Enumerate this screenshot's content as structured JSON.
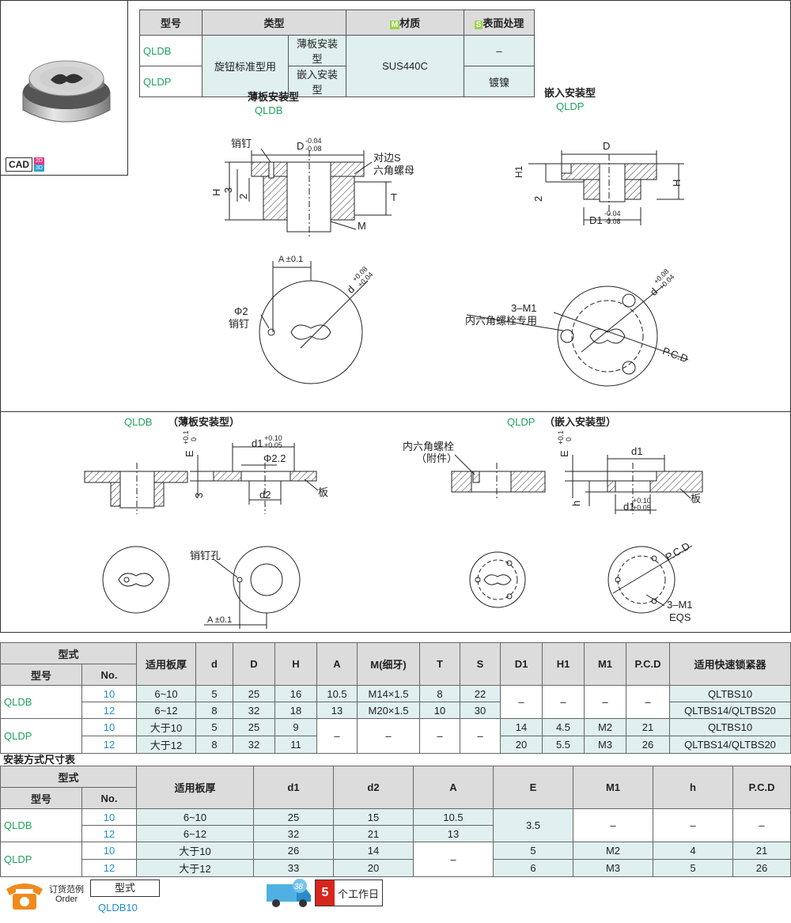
{
  "product_box": {
    "cad_label": "CAD",
    "badge_2d": "2D",
    "badge_3d": "3D"
  },
  "spec_table": {
    "headers": [
      "型号",
      "类型",
      "材质",
      "表面处理"
    ],
    "m_badge": "M",
    "s_badge": "S",
    "rows": [
      {
        "model": "QLDB",
        "type_main": "旋钮标准型用",
        "type_sub": "薄板安装型",
        "material": "SUS440C",
        "surface": "–"
      },
      {
        "model": "QLDP",
        "type_main": "旋钮标准型用",
        "type_sub": "嵌入安装型",
        "material": "SUS440C",
        "surface": "镀镍"
      }
    ]
  },
  "drawings": {
    "qldb_title": "薄板安装型",
    "qldb_code": "QLDB",
    "qldp_title": "嵌入安装型",
    "qldp_code": "QLDP",
    "pin": "销钉",
    "d_tol": "D",
    "d_tol_up": "-0.04",
    "d_tol_lo": "-0.08",
    "s_label": "对边S",
    "nut_label": "六角螺母",
    "h": "H",
    "three": "3",
    "two": "2",
    "t": "T",
    "m": "M",
    "a_tol": "A ±0.1",
    "d_tol2": "d",
    "d_up": "+0.08",
    "d_lo": "+0.04",
    "phi2": "Φ2",
    "pin2": "销钉",
    "qldp_d": "D",
    "h1": "H1",
    "qldp_h": "H",
    "qldp_2": "2",
    "d1": "D1",
    "d1_up": "-0.04",
    "d1_lo": "-0.08",
    "m1": "3–M1",
    "m1_sub": "内六角螺栓专用",
    "pcd": "P.C.D"
  },
  "install": {
    "qldb_heading": "QLDB",
    "qldb_heading_sub": "（薄板安装型）",
    "qldp_heading": "QLDP",
    "qldp_heading_sub": "（嵌入安装型）",
    "e_tol": "E",
    "e_up": "+0.1",
    "e_lo": "0",
    "d1_tol": "d1",
    "d1_up": "+0.10",
    "d1_lo": "+0.05",
    "phi22": "Φ2.2",
    "three": "3",
    "d2": "d2",
    "plate": "板",
    "bolt": "内六角螺栓",
    "bolt_sub": "（附件）",
    "d1b": "d1",
    "h": "h",
    "phi_d1": "d1",
    "phi_up": "+0.10",
    "phi_lo": "+0.05",
    "plate2": "板",
    "pin_hole": "销钉孔",
    "a_tol": "A ±0.1",
    "pcd": "P.C.D",
    "m1": "3–M1",
    "eqs": "EQS"
  },
  "dim_table": {
    "group_header": "型式",
    "sub_model": "型号",
    "sub_no": "No.",
    "columns": [
      "适用板厚",
      "d",
      "D",
      "H",
      "A",
      "M(细牙)",
      "T",
      "S",
      "D1",
      "H1",
      "M1",
      "P.C.D",
      "适用快速锁紧器"
    ],
    "rows": [
      {
        "model": "QLDB",
        "no": "10",
        "cells": [
          "6~10",
          "5",
          "25",
          "16",
          "10.5",
          "M14×1.5",
          "8",
          "22"
        ],
        "lock": "QLTBS10"
      },
      {
        "model": "",
        "no": "12",
        "cells": [
          "6~12",
          "8",
          "32",
          "18",
          "13",
          "M20×1.5",
          "10",
          "30"
        ],
        "lock": "QLTBS14/QLTBS20"
      },
      {
        "model": "QLDP",
        "no": "10",
        "cells": [
          "大于10",
          "5",
          "25",
          "9"
        ],
        "tail": [
          "14",
          "4.5",
          "M2",
          "21"
        ],
        "lock": "QLTBS10"
      },
      {
        "model": "",
        "no": "12",
        "cells": [
          "大于12",
          "8",
          "32",
          "11"
        ],
        "tail": [
          "20",
          "5.5",
          "M3",
          "26"
        ],
        "lock": "QLTBS14/QLTBS20"
      }
    ],
    "dash": "–"
  },
  "install_table": {
    "caption": "安装方式尺寸表",
    "group_header": "型式",
    "sub_model": "型号",
    "sub_no": "No.",
    "columns": [
      "适用板厚",
      "d1",
      "d2",
      "A",
      "E",
      "M1",
      "h",
      "P.C.D"
    ],
    "rows": [
      {
        "model": "QLDB",
        "no": "10",
        "thick": "6~10",
        "d1": "25",
        "d2": "15",
        "a": "10.5"
      },
      {
        "model": "",
        "no": "12",
        "thick": "6~12",
        "d1": "32",
        "d2": "21",
        "a": "13"
      },
      {
        "model": "QLDP",
        "no": "10",
        "thick": "大于10",
        "d1": "26",
        "d2": "14",
        "e": "5",
        "m1": "M2",
        "h": "4",
        "pcd": "21"
      },
      {
        "model": "",
        "no": "12",
        "thick": "大于12",
        "d1": "33",
        "d2": "20",
        "e": "6",
        "m1": "M3",
        "h": "5",
        "pcd": "26"
      }
    ],
    "e_shared": "3.5",
    "dash": "–"
  },
  "order": {
    "label_cn": "订货范例",
    "label_en": "Order",
    "box_label": "型式",
    "example": "QLDB10",
    "days_num": "5",
    "days_text": "个工作日",
    "truck_num": "38"
  }
}
